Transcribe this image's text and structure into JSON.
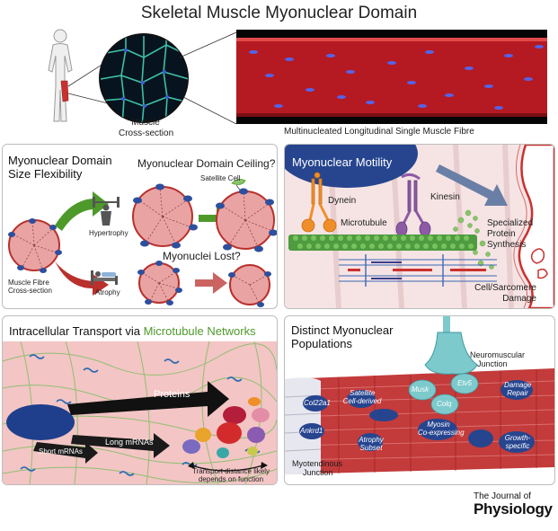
{
  "title": "Skeletal Muscle Myonuclear Domain",
  "top": {
    "cross_section_label_1": "Muscle",
    "cross_section_label_2": "Cross-section",
    "fibre_label": "Multinucleated Longitudinal Single Muscle Fibre"
  },
  "panel1": {
    "title_line1": "Myonuclear Domain",
    "title_line2": "Size Flexibility",
    "ceiling": "Myonuclear Domain Ceiling?",
    "satellite_cell": "Satellite Cell",
    "hypertrophy": "Hypertrophy",
    "atrophy": "Atrophy",
    "lost": "Myonuclei Lost?",
    "fibre_cs_1": "Muscle Fibre",
    "fibre_cs_2": "Cross-section"
  },
  "panel2": {
    "title": "Myonuclear Motility",
    "dynein": "Dynein",
    "kinesin": "Kinesin",
    "microtubule": "Microtubule",
    "synthesis_1": "Specialized",
    "synthesis_2": "Protein",
    "synthesis_3": "Synthesis",
    "damage_1": "Cell/Sarcomere",
    "damage_2": "Damage"
  },
  "panel3": {
    "title_prefix": "Intracellular Transport via ",
    "title_highlight": "Microtubule Networks",
    "proteins": "Proteins",
    "long_mrnas": "Long mRNAs",
    "short_mrnas": "Short mRNAs",
    "transport_1": "Transport distance likely",
    "transport_2": "depends on function"
  },
  "panel4": {
    "title_line1": "Distinct Myonuclear",
    "title_line2": "Populations",
    "nmj_1": "Neuromuscular",
    "nmj_2": "Junction",
    "musk": "Musk",
    "etv5": "Etv5",
    "colq": "Colq",
    "satellite_1": "Satellite",
    "satellite_2": "Cell-derived",
    "damage_1": "Damage",
    "damage_2": "Repair",
    "col22a1": "Col22a1",
    "ankrd1": "Ankrd1",
    "myosin_1": "Myosin",
    "myosin_2": "Co-expressing",
    "growth_1": "Growth-",
    "growth_2": "specific",
    "atrophy_1": "Atrophy",
    "atrophy_2": "Subset",
    "mtj_1": "Myotendinous",
    "mtj_2": "Junction"
  },
  "journal": {
    "line1": "The Journal of",
    "line2": "Physiology"
  },
  "colors": {
    "muscle_red": "#c9312f",
    "fibre_pink": "#e9a3a3",
    "nucleus_blue": "#2d4f9e",
    "arrow_green": "#4d9a2a",
    "arrow_red": "#b9302c",
    "microtubule_green": "#5aa64a",
    "title_green": "#4e9a2b"
  }
}
